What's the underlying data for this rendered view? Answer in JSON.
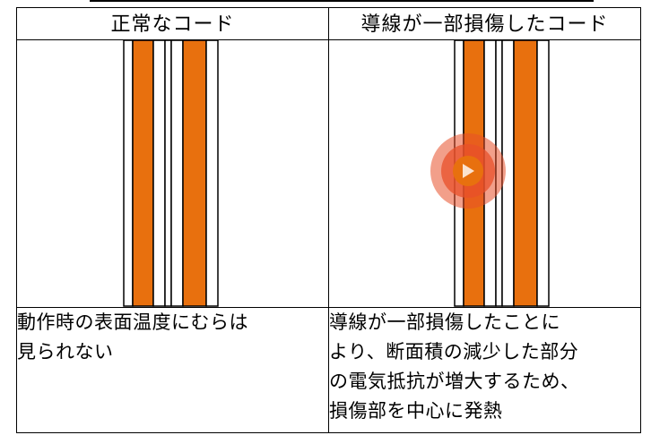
{
  "colors": {
    "conductor": "#e8700e",
    "insulation": "#ffffff",
    "outline": "#000000",
    "hotspot": "#e8502a",
    "hotspot_core": "#e8700e"
  },
  "table": {
    "headers": [
      "正常なコード",
      "導線が一部損傷したコード"
    ],
    "descriptions": [
      [
        "動作時の表面温度にむらは",
        "見られない"
      ],
      [
        "導線が一部損傷したことに",
        "より、断面積の減少した部分",
        "の電気抵抗が増大するため、",
        "損傷部を中心に発熱"
      ]
    ]
  },
  "icons": {
    "hotspot": "play-circle-icon"
  }
}
